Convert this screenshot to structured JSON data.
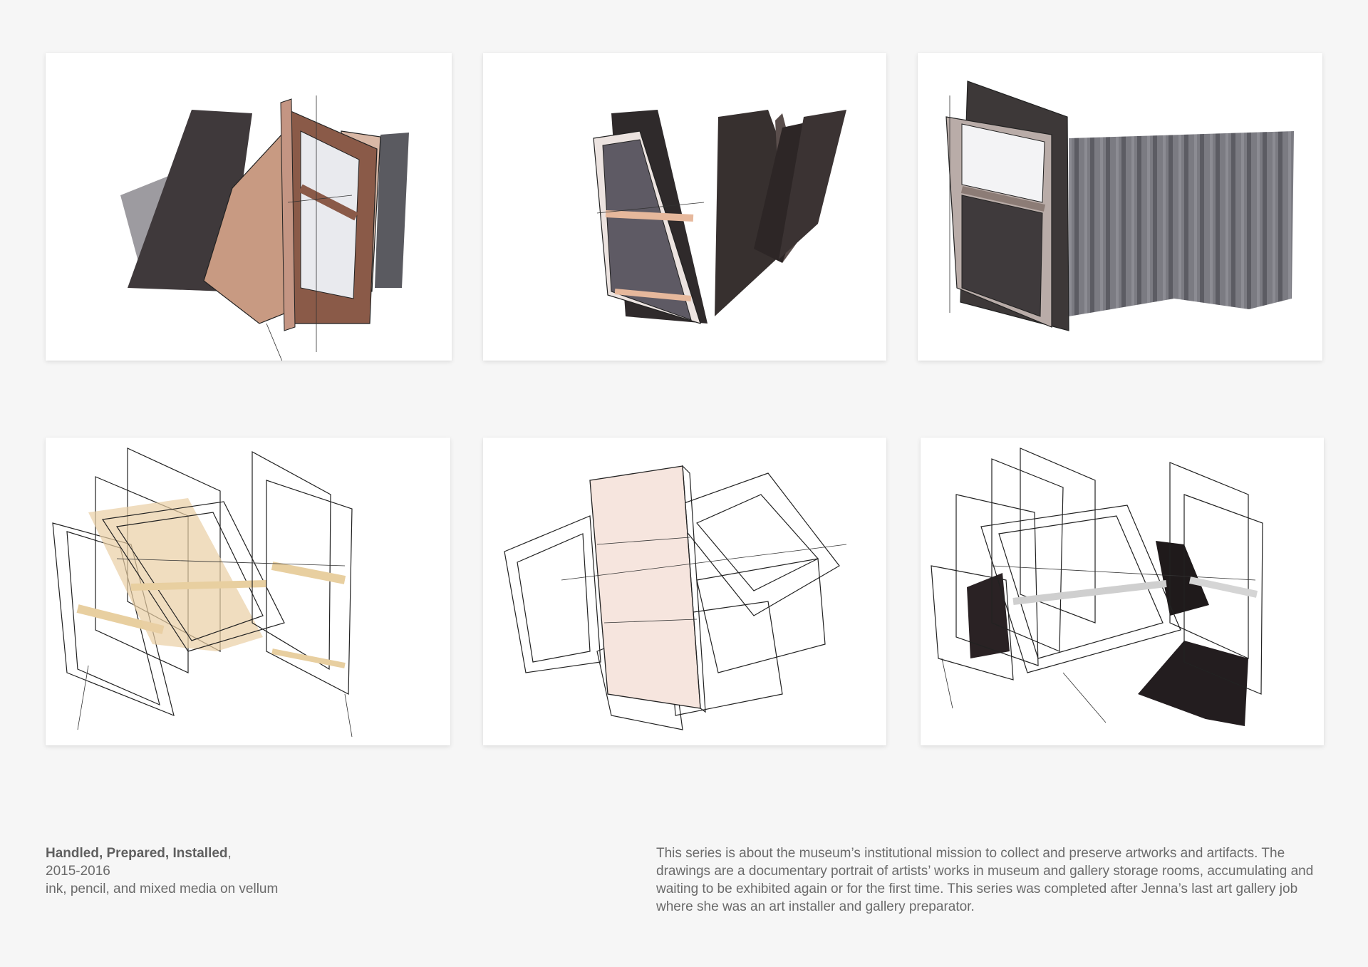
{
  "artwork": {
    "title": "Handled, Prepared, Installed",
    "title_suffix": ",",
    "years": "2015-2016",
    "medium": "ink, pencil, and mixed media on vellum"
  },
  "description": "This series is about the museum’s institutional mission to collect and preserve artworks and artifacts. The drawings are a documentary portrait of artists’ works in museum and gallery storage rooms, accumulating and waiting to be exhibited again or for the first time. This series was completed after Jenna’s last art gallery job where she was an art installer and gallery preparator.",
  "colors": {
    "background": "#f6f6f6",
    "card": "#ffffff",
    "text": "#6a6a6a",
    "wood": "#8a5a48",
    "marker_dark": "#3a3436",
    "marker_gray": "#6c6c72",
    "pine": "#e9cfa4"
  }
}
